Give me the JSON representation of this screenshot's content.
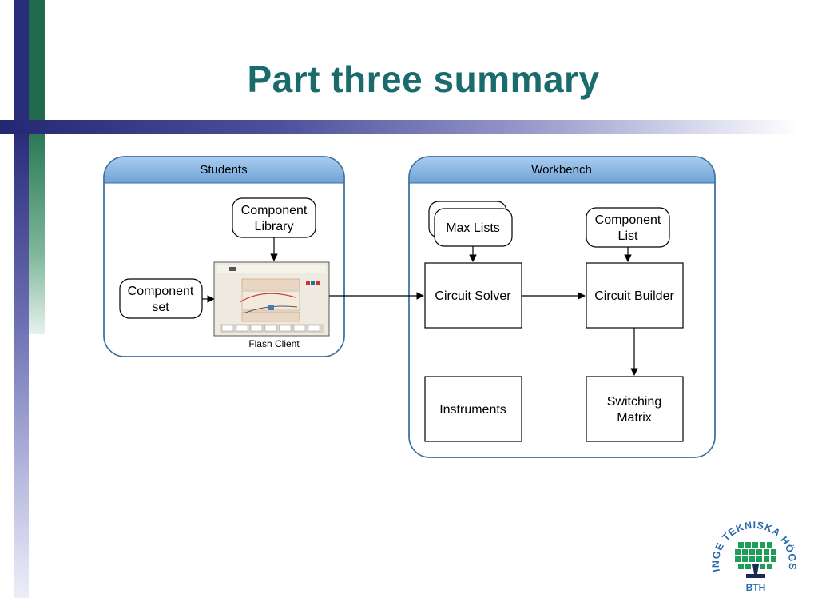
{
  "slide": {
    "title": "Part three summary"
  },
  "colors": {
    "title": "#1a6b6b",
    "panel_header": "#7fb0df",
    "panel_border": "#3d6e9e",
    "left_bar_dark": "#2a2d7a",
    "left_bar_green": "#1f6b4c",
    "logo_green": "#1f9e5a",
    "logo_blue": "#2a6aa8"
  },
  "diagram": {
    "students_panel": {
      "title": "Students",
      "component_library": [
        "Component",
        "Library"
      ],
      "component_set": [
        "Component",
        "set"
      ],
      "flash_client_caption": "Flash Client"
    },
    "workbench_panel": {
      "title": "Workbench",
      "max_lists": "Max Lists",
      "component_list": [
        "Component",
        "List"
      ],
      "circuit_solver": "Circuit Solver",
      "circuit_builder": "Circuit Builder",
      "instruments": "Instruments",
      "switching_matrix": [
        "Switching",
        "Matrix"
      ]
    }
  },
  "logo": {
    "ring_text": "BLEKINGE TEKNISKA HÖGSKOLA",
    "abbreviation": "BTH"
  }
}
